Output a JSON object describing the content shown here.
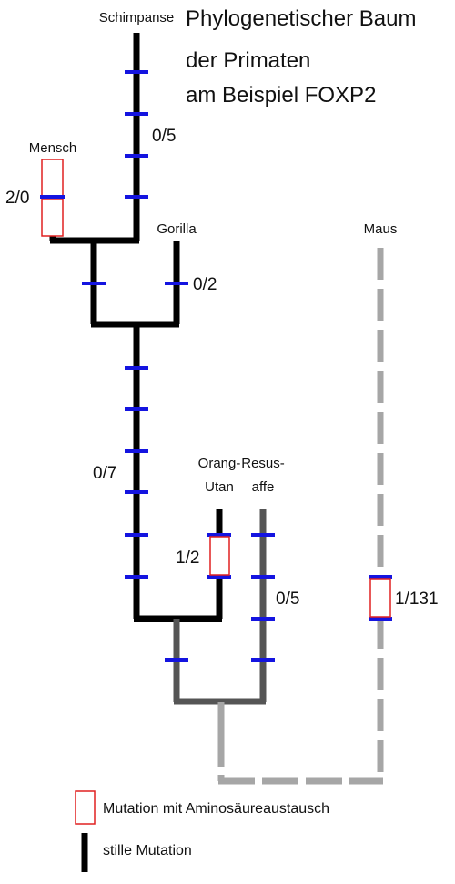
{
  "title": [
    "Phylogenetischer Baum",
    "der Primaten",
    "am Beispiel FOXP2"
  ],
  "taxa": {
    "schimpanse": "Schimpanse",
    "mensch": "Mensch",
    "gorilla": "Gorilla",
    "orang_utan": [
      "Orang-",
      "Utan"
    ],
    "resusaffe": [
      "Resus-",
      "affe"
    ],
    "maus": "Maus"
  },
  "mutation_counts": {
    "schimpanse": "0/5",
    "mensch": "2/0",
    "gorilla": "0/2",
    "stem": "0/7",
    "orang_utan": "1/2",
    "resusaffe": "0/5",
    "maus": "1/131"
  },
  "legend": {
    "replacement": "Mutation mit Aminosäureaustausch",
    "silent": "stille Mutation"
  },
  "colors": {
    "branch_great_apes": "#000000",
    "branch_resus": "#555555",
    "branch_mouse": "#a6a6a6",
    "silent_tick": "#1414e0",
    "replacement_box": "#e02020"
  }
}
